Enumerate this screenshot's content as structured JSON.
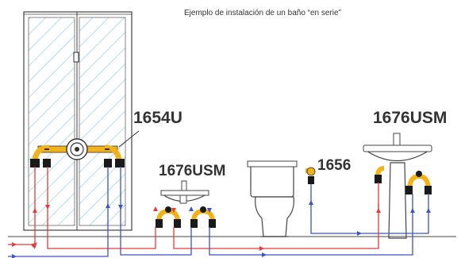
{
  "title": "Ejemplo de instalación de un baño “en serie”",
  "labels": {
    "shower_valve": "1654U",
    "basin_left": "1676USM",
    "basin_right": "1676USM",
    "wc_valve": "1656"
  },
  "colors": {
    "hot_line": "#e83a3a",
    "cold_line": "#3a55c8",
    "fitting_brass": "#f2b21a",
    "fitting_dark": "#1a1a1a",
    "glass": "#9fd3e8",
    "outline": "#444444"
  }
}
